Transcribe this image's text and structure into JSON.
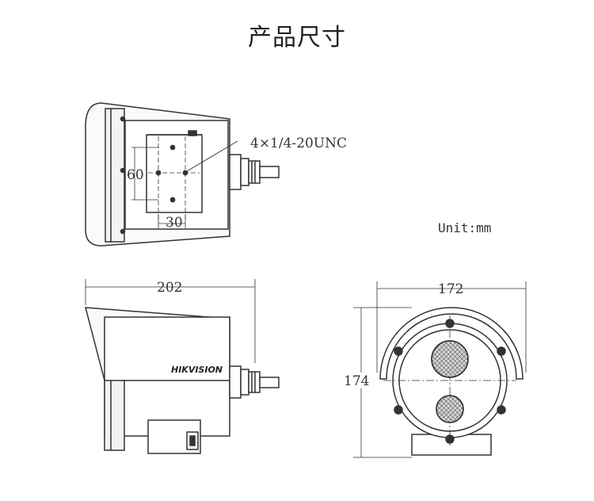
{
  "title": "产品尺寸",
  "unit_label": "Unit:mm",
  "mount_thread_label": "4×1/4-20UNC",
  "dimensions": {
    "mount_height": "60",
    "mount_width": "30",
    "length": "202",
    "width": "172",
    "height": "174"
  },
  "brand_text": "HIKVISION",
  "colors": {
    "line": "#333333",
    "hatch": "#666666"
  }
}
